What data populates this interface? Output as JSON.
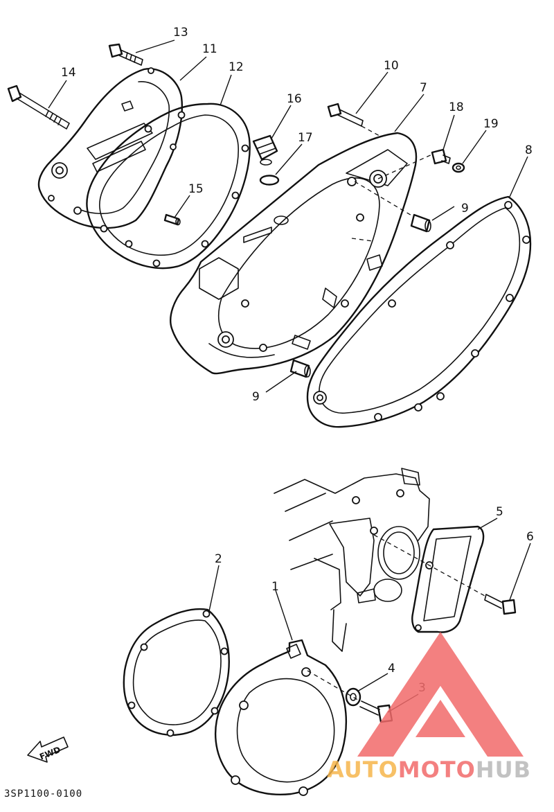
{
  "diagram": {
    "callouts": [
      {
        "id": "1",
        "text": "1"
      },
      {
        "id": "2",
        "text": "2"
      },
      {
        "id": "3",
        "text": "3"
      },
      {
        "id": "4",
        "text": "4"
      },
      {
        "id": "5",
        "text": "5"
      },
      {
        "id": "6",
        "text": "6"
      },
      {
        "id": "7",
        "text": "7"
      },
      {
        "id": "8",
        "text": "8"
      },
      {
        "id": "9a",
        "text": "9"
      },
      {
        "id": "9b",
        "text": "9"
      },
      {
        "id": "10",
        "text": "10"
      },
      {
        "id": "11",
        "text": "11"
      },
      {
        "id": "12",
        "text": "12"
      },
      {
        "id": "13",
        "text": "13"
      },
      {
        "id": "14",
        "text": "14"
      },
      {
        "id": "15",
        "text": "15"
      },
      {
        "id": "16",
        "text": "16"
      },
      {
        "id": "17",
        "text": "17"
      },
      {
        "id": "18",
        "text": "18"
      },
      {
        "id": "19",
        "text": "19"
      }
    ],
    "fwd_label": "FWD",
    "diagram_code": "3SP1100-0100"
  },
  "watermark": {
    "text_auto": "AUTO",
    "text_moto": "MOTO",
    "text_hub": "HUB",
    "logo_color": "#f26b6b",
    "auto_color": "#f6b64c",
    "hub_color": "#b8b8b8"
  }
}
